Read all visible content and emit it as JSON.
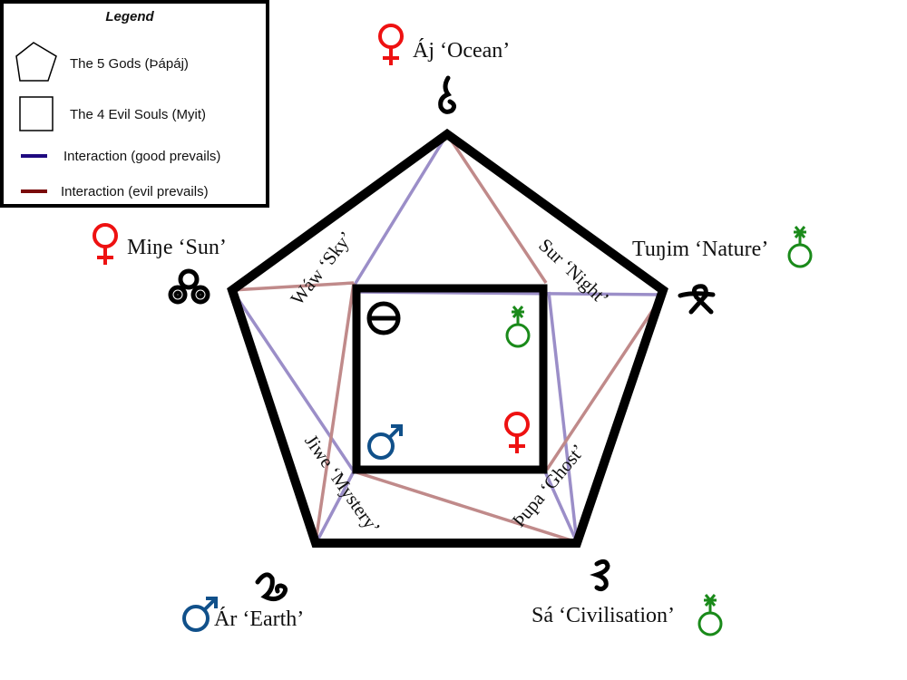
{
  "legend": {
    "title": "Legend",
    "items": [
      {
        "label": "The 5 Gods (Þápáj)",
        "icon": "pentagon-icon"
      },
      {
        "label": "The 4 Evil Souls (Myit)",
        "icon": "square-icon"
      },
      {
        "label": "Interaction (good prevails)",
        "color": "#1f0a80"
      },
      {
        "label": "Interaction (evil prevails)",
        "color": "#7a0a0a"
      }
    ]
  },
  "gods": [
    {
      "name": "Áj ‘Ocean’",
      "symbol": "venus",
      "symbol_color": "#ee1111"
    },
    {
      "name": "Miŋe ‘Sun’",
      "symbol": "venus",
      "symbol_color": "#ee1111"
    },
    {
      "name": "Tuŋim ‘Nature’",
      "symbol": "uranus",
      "symbol_color": "#1a8a1a"
    },
    {
      "name": "Ár ‘Earth’",
      "symbol": "mars",
      "symbol_color": "#10508a"
    },
    {
      "name": "Sá ‘Civilisation’",
      "symbol": "uranus",
      "symbol_color": "#1a8a1a"
    }
  ],
  "souls": [
    {
      "name": "Wáw ‘Sky’"
    },
    {
      "name": "Sur ‘Night’"
    },
    {
      "name": "Jiwe ‘Mystery’"
    },
    {
      "name": "Þupa ‘Ghost’"
    }
  ],
  "colors": {
    "good_line": "#9b8ec8",
    "evil_line": "#c08a8a",
    "venus": "#ee1111",
    "mars": "#10508a",
    "uranus": "#1a8a1a"
  }
}
